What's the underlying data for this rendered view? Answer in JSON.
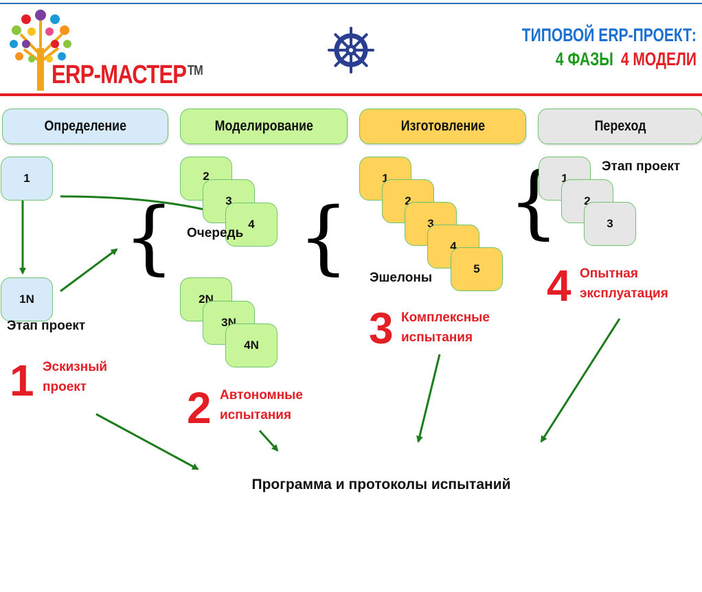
{
  "header": {
    "brand": "ERP-МАСТЕР",
    "trademark": "TM",
    "title_line1": "ТИПОВОЙ ERP-ПРОЕКТ:",
    "title_phases": "4 ФАЗЫ",
    "title_models": "4 МОДЕЛИ",
    "colors": {
      "accent_blue": "#1a6fd0",
      "accent_red": "#e31e24",
      "accent_green": "#1a9a1a"
    },
    "icons": [
      "tree-logo-icon",
      "ship-wheel-icon"
    ]
  },
  "phases": [
    "Определение",
    "Моделирование",
    "Изготовление",
    "Переход"
  ],
  "phase1": {
    "box_top": "1",
    "box_bottom": "1N",
    "label": "Этап проект",
    "number": "1",
    "caption_l1": "Эскизный",
    "caption_l2": "проект"
  },
  "phase2": {
    "queue_top": [
      "2",
      "3",
      "4"
    ],
    "queue_bottom": [
      "2N",
      "3N",
      "4N"
    ],
    "label": "Очередь",
    "number": "2",
    "caption_l1": "Автономные",
    "caption_l2": "испытания"
  },
  "phase3": {
    "boxes": [
      "1",
      "2",
      "3",
      "4",
      "5"
    ],
    "label": "Эшелоны",
    "number": "3",
    "caption_l1": "Комплексные",
    "caption_l2": "испытания"
  },
  "phase4": {
    "boxes": [
      "1",
      "2",
      "3"
    ],
    "label": "Этап проект",
    "number": "4",
    "caption_l1": "Опытная",
    "caption_l2": "эксплуатация"
  },
  "bottom_text": "Программа и протоколы испытаний"
}
